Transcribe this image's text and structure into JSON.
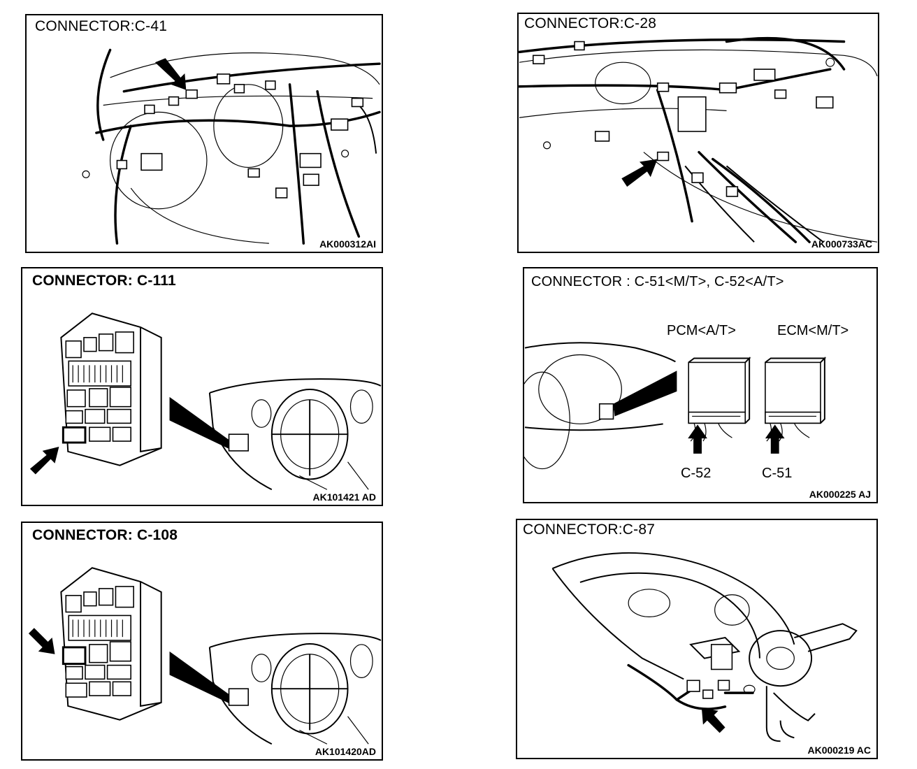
{
  "panels": [
    {
      "title": "CONNECTOR:C-41",
      "code": "AK000312AI"
    },
    {
      "title": "CONNECTOR:C-28",
      "code": "AK000733AC"
    },
    {
      "title": "CONNECTOR: C-111",
      "code": "AK101421 AD"
    },
    {
      "title": "CONNECTOR : C-51<M/T>, C-52<A/T>",
      "code": "AK000225 AJ",
      "labels": {
        "pcm": "PCM<A/T>",
        "ecm": "ECM<M/T>",
        "c52": "C-52",
        "c51": "C-51"
      }
    },
    {
      "title": "CONNECTOR: C-108",
      "code": "AK101420AD"
    },
    {
      "title": "CONNECTOR:C-87",
      "code": "AK000219 AC"
    }
  ],
  "icons": [
    "pointer-arrow-icon"
  ]
}
